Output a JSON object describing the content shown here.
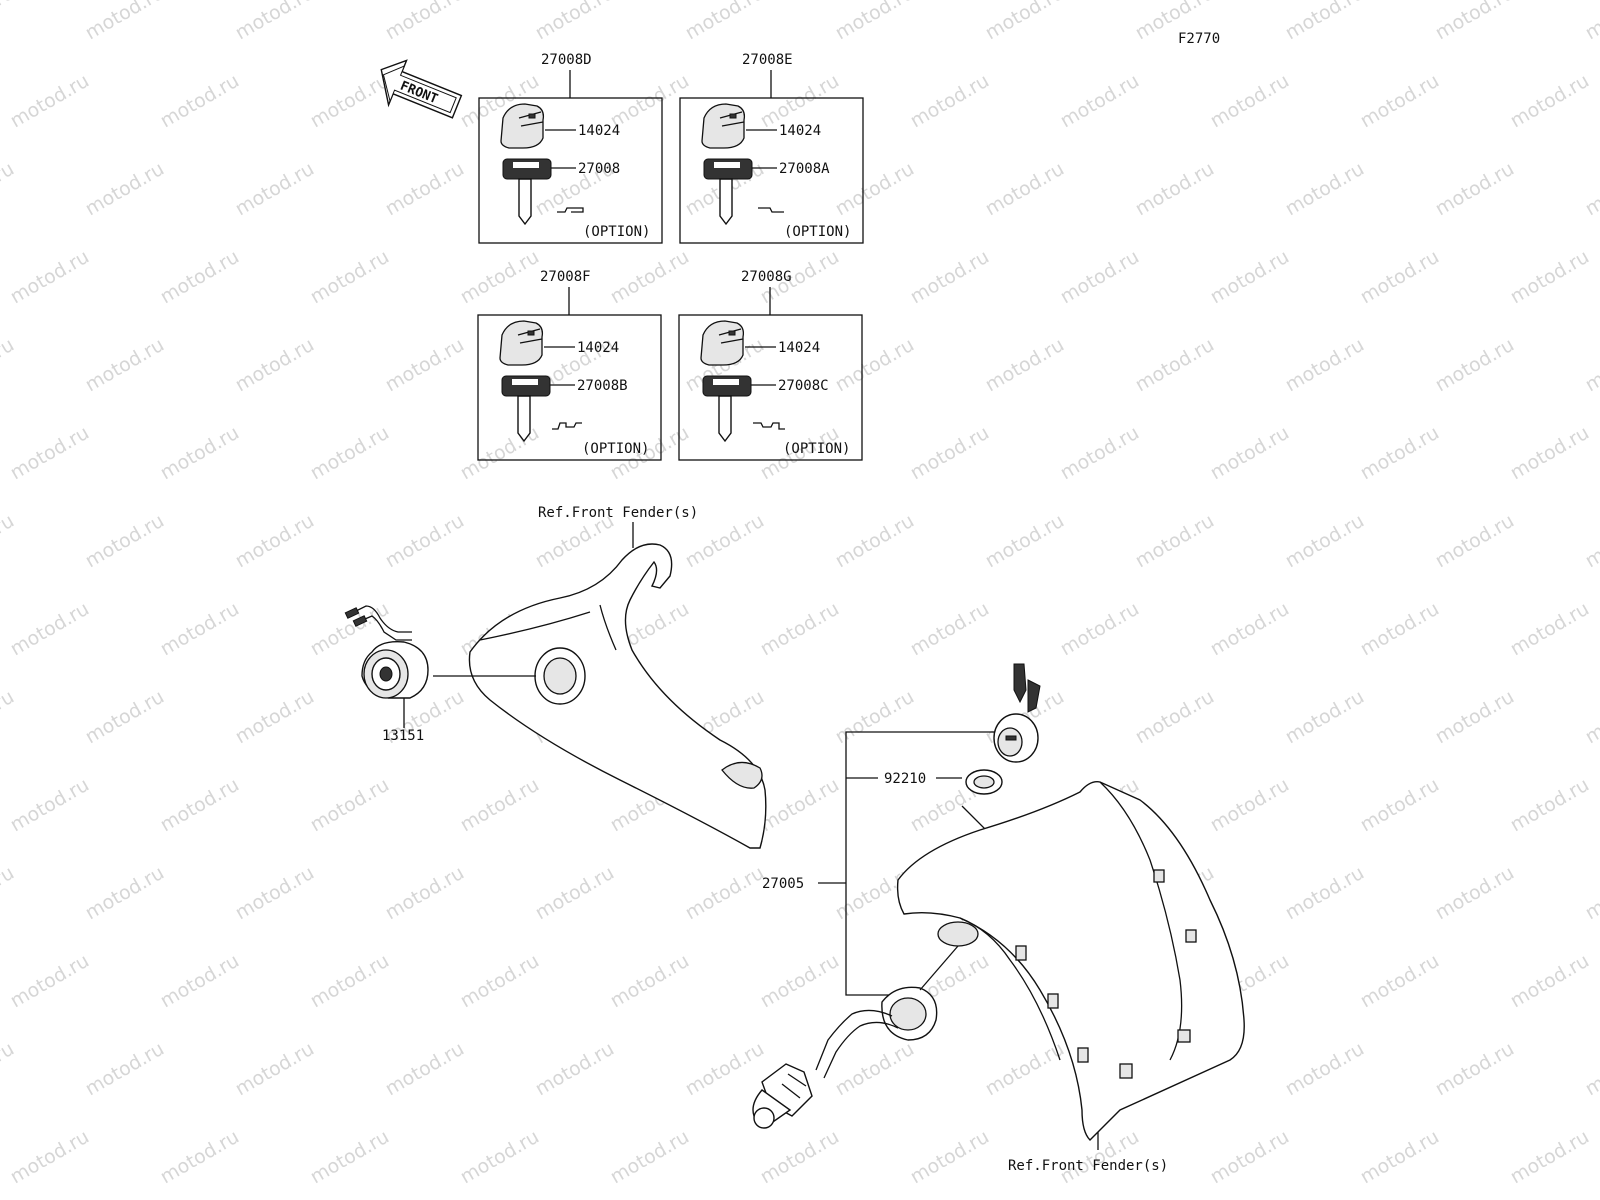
{
  "figure_code": "F2770",
  "watermark": "motod.ru",
  "front_arrow": "FRONT",
  "key_sets": [
    {
      "set_code": "27008D",
      "cap_part": "14024",
      "key_part": "27008",
      "note": "(OPTION)"
    },
    {
      "set_code": "27008E",
      "cap_part": "14024",
      "key_part": "27008A",
      "note": "(OPTION)"
    },
    {
      "set_code": "27008F",
      "cap_part": "14024",
      "key_part": "27008B",
      "note": "(OPTION)"
    },
    {
      "set_code": "27008G",
      "cap_part": "14024",
      "key_part": "27008C",
      "note": "(OPTION)"
    }
  ],
  "ref_upper": "Ref.Front Fender(s)",
  "ref_lower": "Ref.Front Fender(s)",
  "part_ignition_switch": "13151",
  "part_nut": "92210",
  "part_lock_set": "27005"
}
